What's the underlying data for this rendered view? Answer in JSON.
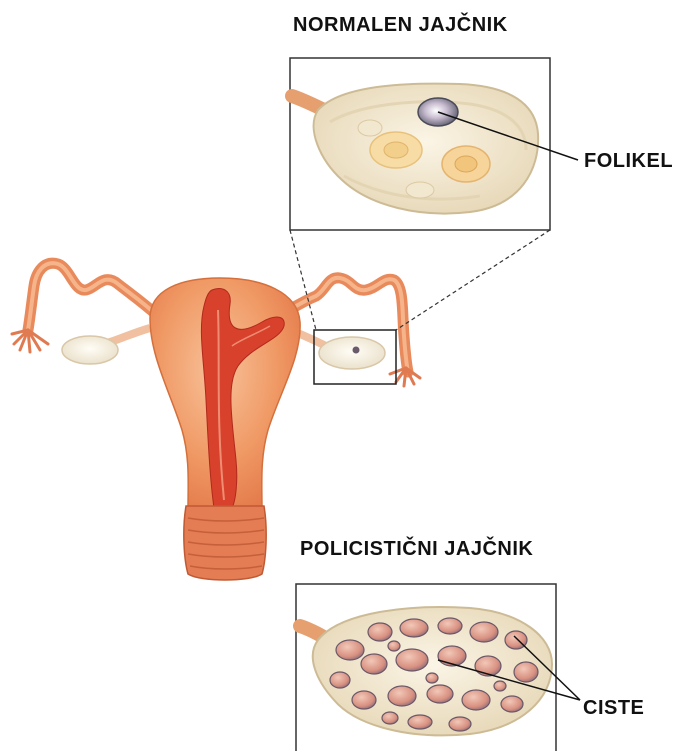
{
  "labels": {
    "normal_ovary_title": "NORMALEN JAJČNIK",
    "follicle": "FOLIKEL",
    "polycystic_ovary_title": "POLICISTIČNI JAJČNIK",
    "cysts": "CISTE"
  },
  "colors": {
    "uterus": "#f0a070",
    "uterus_dark": "#d83a28",
    "ovary": "#f6f1e4",
    "box_border": "#333333",
    "text": "#111111"
  }
}
